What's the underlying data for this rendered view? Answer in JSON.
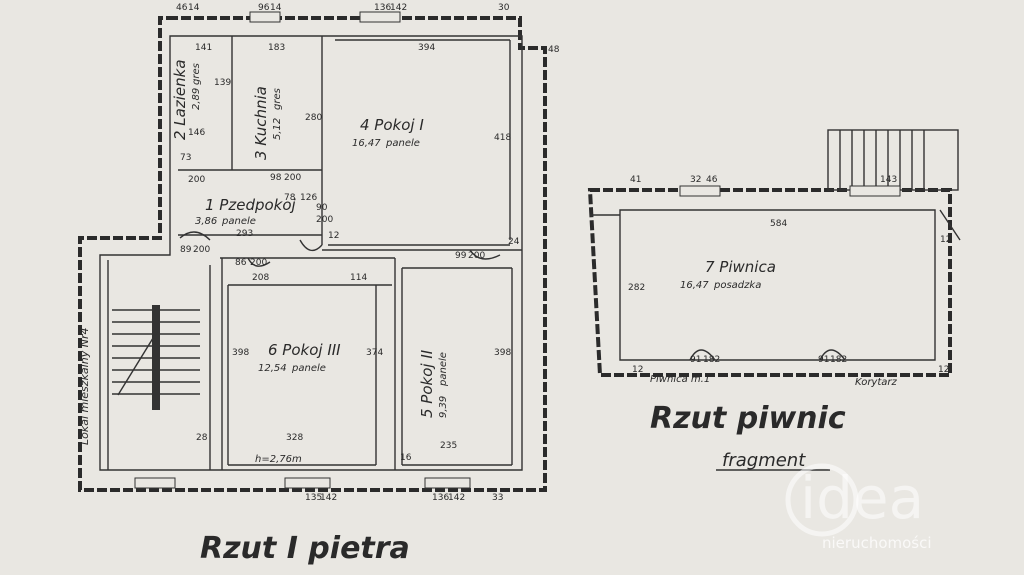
{
  "titles": {
    "main": "Rzut I pietra",
    "basement": "Rzut piwnic",
    "basement_sub": "fragment"
  },
  "stair_label": "Lokal mieszkalny Nr4",
  "rooms": {
    "przedpokoj": {
      "name": "1  Pzedpokoj",
      "area": "3,86",
      "floor": "panele"
    },
    "lazienka": {
      "name": "2  Lazienka",
      "area": "2,89",
      "floor": "gres"
    },
    "kuchnia": {
      "name": "3  Kuchnia",
      "area": "5,12",
      "floor": "gres"
    },
    "pokoj1": {
      "name": "4  Pokoj I",
      "area": "16,47",
      "floor": "panele"
    },
    "pokoj2": {
      "name": "5  Pokoj II",
      "area": "9,39",
      "floor": "panele"
    },
    "pokoj3": {
      "name": "6  Pokoj III",
      "area": "12,54",
      "floor": "panele"
    },
    "piwnica": {
      "name": "7  Piwnica",
      "area": "16,47",
      "floor": "posadzka"
    }
  },
  "basement_labels": {
    "piwnica_m1": "Piwnica m.1",
    "korytarz": "Korytarz"
  },
  "height_note": "h=2,76m",
  "dimensions": {
    "top": [
      "141",
      "183",
      "394"
    ],
    "top_small": [
      "46",
      "14",
      "96",
      "14",
      "136",
      "142",
      "30"
    ],
    "right_top": "48",
    "lazienka_h": "139",
    "kuchnia_h": "280",
    "pokoj1_h": "418",
    "przedpokoj_w": "293",
    "pokoj3_w_top": "208",
    "pokoj3_w_mid": "114",
    "pokoj3_w_bottom": "328",
    "pokoj3_h": "398",
    "pokoj3_h2": "374",
    "pokoj2_h": "398",
    "pokoj2_w": "235",
    "bottom_small": [
      "135",
      "142",
      "136",
      "142",
      "33"
    ],
    "misc": [
      "146",
      "73",
      "200",
      "98",
      "200",
      "90",
      "200",
      "12",
      "24",
      "99",
      "200",
      "89",
      "200",
      "86",
      "200",
      "28",
      "16",
      "78",
      "126"
    ],
    "piwnica_w": "584",
    "piwnica_h": "282",
    "piwnica_misc": [
      "41",
      "32",
      "46",
      "12",
      "12",
      "91",
      "182",
      "91",
      "182",
      "12",
      "143"
    ]
  },
  "logo": {
    "word": "idea",
    "tagline": "nieruchomości"
  }
}
